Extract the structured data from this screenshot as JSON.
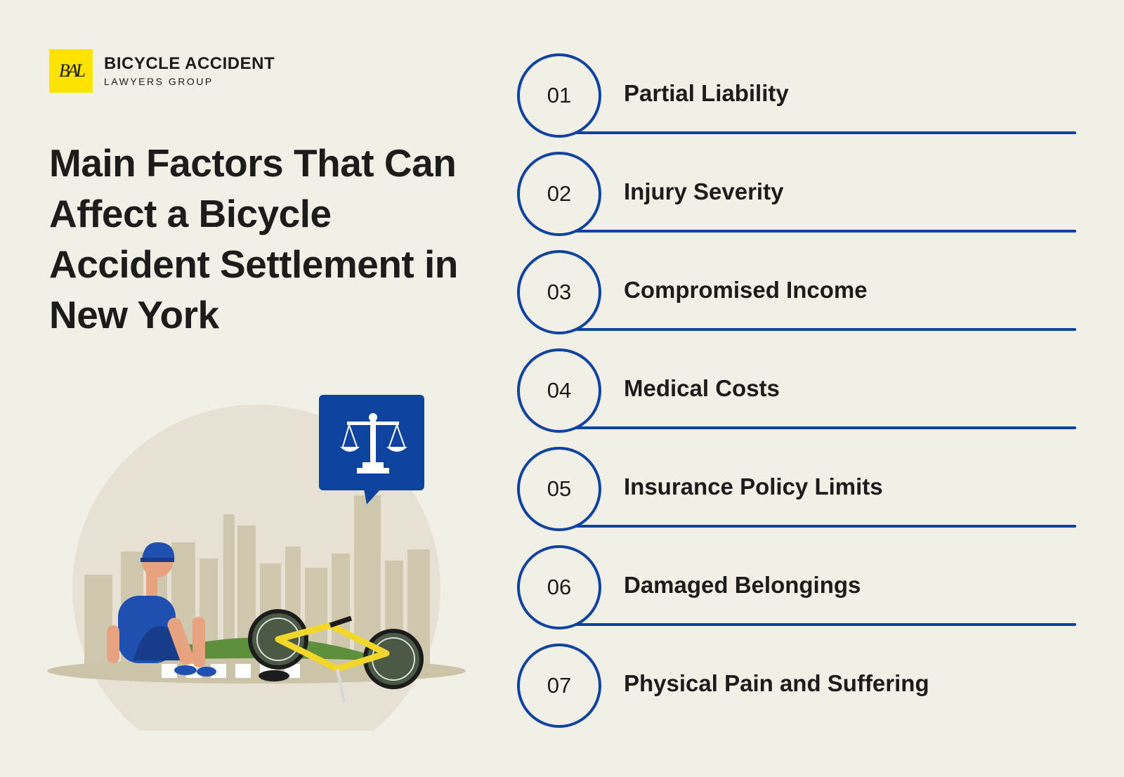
{
  "brand": {
    "mark": "BAL",
    "name": "BICYCLE ACCIDENT",
    "subname": "LAWYERS GROUP"
  },
  "headline": "Main Factors That Can Affect a Bicycle Accident Settlement in New York",
  "factors": [
    {
      "number": "01",
      "label": "Partial Liability"
    },
    {
      "number": "02",
      "label": "Injury Severity"
    },
    {
      "number": "03",
      "label": "Compromised Income"
    },
    {
      "number": "04",
      "label": "Medical Costs"
    },
    {
      "number": "05",
      "label": "Insurance Policy Limits"
    },
    {
      "number": "06",
      "label": "Damaged Belongings"
    },
    {
      "number": "07",
      "label": "Physical Pain and Suffering"
    }
  ],
  "colors": {
    "background": "#f2efe6",
    "accent_blue": "#0e43a0",
    "brand_yellow": "#fde400",
    "text": "#1c1c1c"
  },
  "illustration": {
    "icons": [
      "scales-of-justice-icon",
      "cyclist",
      "fallen-bicycle",
      "city-skyline"
    ]
  }
}
